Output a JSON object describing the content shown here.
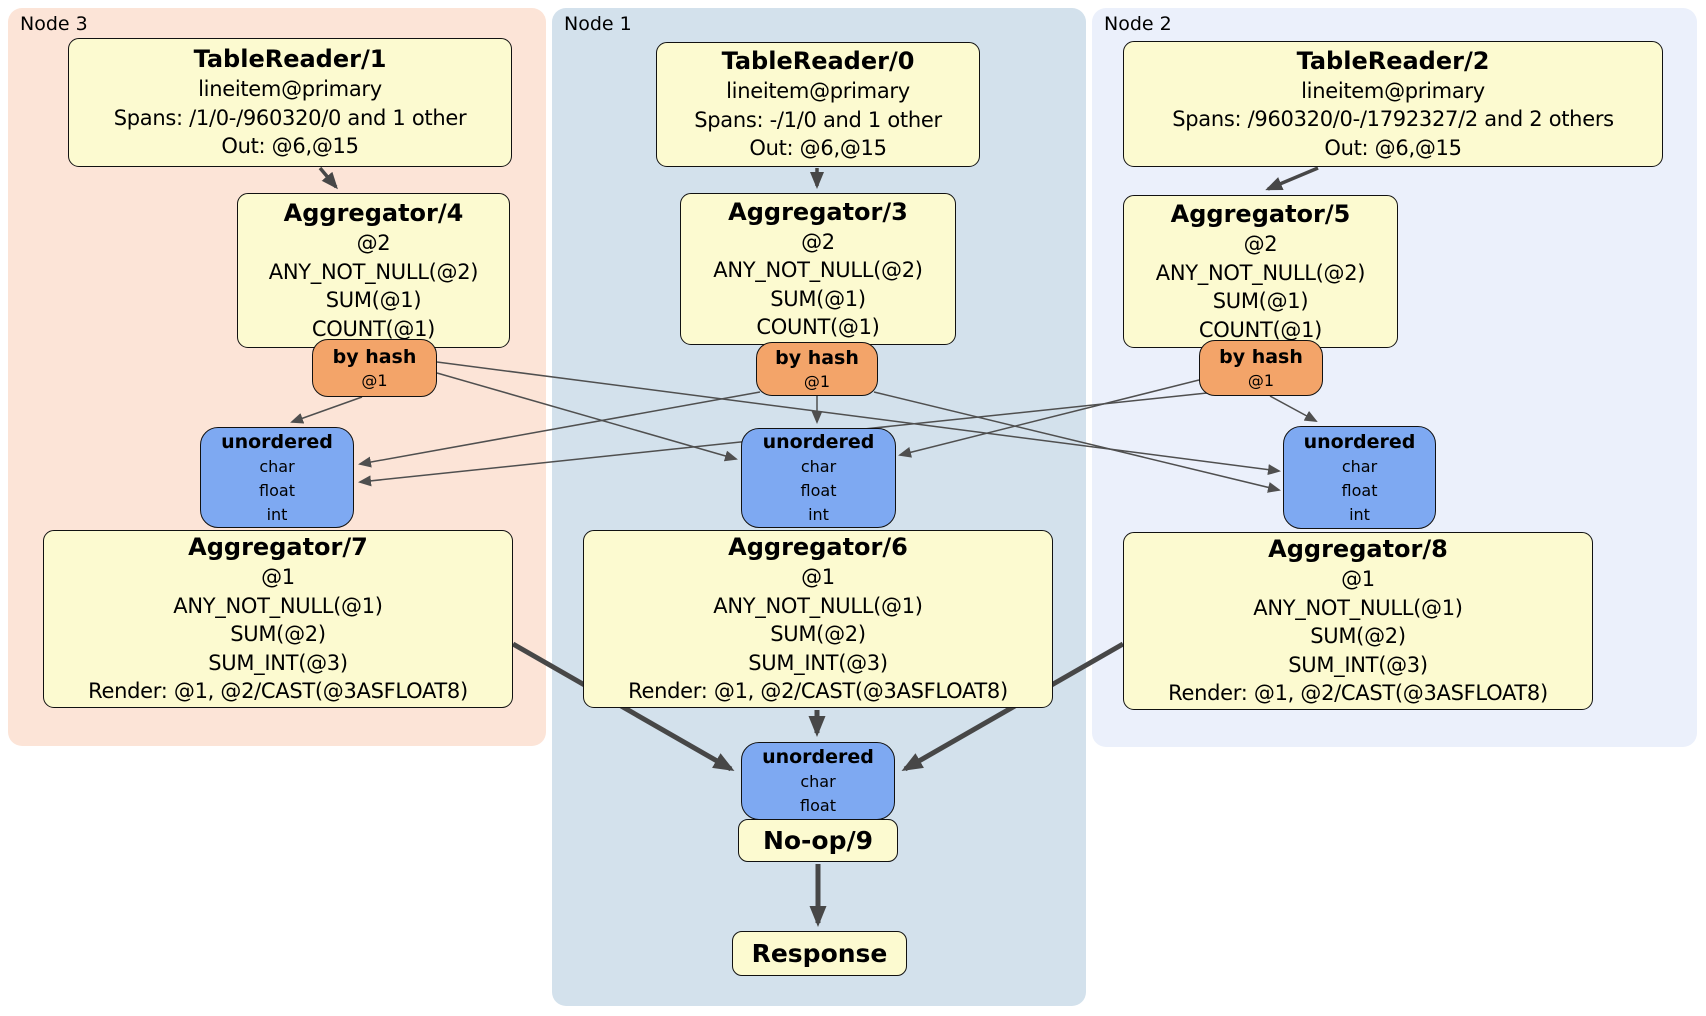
{
  "nodes": [
    {
      "label": "Node 3",
      "reader": {
        "title": "TableReader/1",
        "table": "lineitem@primary",
        "spans": "Spans: /1/0-/960320/0 and 1 other",
        "out": "Out: @6,@15"
      },
      "agg_top": {
        "title": "Aggregator/4",
        "lines": [
          "@2",
          "ANY_NOT_NULL(@2)",
          "SUM(@1)",
          "COUNT(@1)"
        ]
      },
      "router": {
        "title": "by hash",
        "key": "@1"
      },
      "sync": {
        "title": "unordered",
        "types": [
          "char",
          "float",
          "int"
        ]
      },
      "agg_bottom": {
        "title": "Aggregator/7",
        "lines": [
          "@1",
          "ANY_NOT_NULL(@1)",
          "SUM(@2)",
          "SUM_INT(@3)",
          "Render: @1, @2/CAST(@3ASFLOAT8)"
        ]
      }
    },
    {
      "label": "Node 1",
      "reader": {
        "title": "TableReader/0",
        "table": "lineitem@primary",
        "spans": "Spans: -/1/0 and 1 other",
        "out": "Out: @6,@15"
      },
      "agg_top": {
        "title": "Aggregator/3",
        "lines": [
          "@2",
          "ANY_NOT_NULL(@2)",
          "SUM(@1)",
          "COUNT(@1)"
        ]
      },
      "router": {
        "title": "by hash",
        "key": "@1"
      },
      "sync": {
        "title": "unordered",
        "types": [
          "char",
          "float",
          "int"
        ]
      },
      "agg_bottom": {
        "title": "Aggregator/6",
        "lines": [
          "@1",
          "ANY_NOT_NULL(@1)",
          "SUM(@2)",
          "SUM_INT(@3)",
          "Render: @1, @2/CAST(@3ASFLOAT8)"
        ]
      }
    },
    {
      "label": "Node 2",
      "reader": {
        "title": "TableReader/2",
        "table": "lineitem@primary",
        "spans": "Spans: /960320/0-/1792327/2 and 2 others",
        "out": "Out: @6,@15"
      },
      "agg_top": {
        "title": "Aggregator/5",
        "lines": [
          "@2",
          "ANY_NOT_NULL(@2)",
          "SUM(@1)",
          "COUNT(@1)"
        ]
      },
      "router": {
        "title": "by hash",
        "key": "@1"
      },
      "sync": {
        "title": "unordered",
        "types": [
          "char",
          "float",
          "int"
        ]
      },
      "agg_bottom": {
        "title": "Aggregator/8",
        "lines": [
          "@1",
          "ANY_NOT_NULL(@1)",
          "SUM(@2)",
          "SUM_INT(@3)",
          "Render: @1, @2/CAST(@3ASFLOAT8)"
        ]
      }
    }
  ],
  "output": {
    "sync": {
      "title": "unordered",
      "types": [
        "char",
        "float"
      ]
    },
    "noop": "No-op/9",
    "response": "Response"
  },
  "colors": {
    "node3_bg": "#fce4d7",
    "node1_bg": "#d3e1ec",
    "node2_bg": "#ebf0fb",
    "operator_box": "#fcfad0",
    "hash_router": "#f3a469",
    "sync_box": "#7ea9f2",
    "edge": "#4f4f4f"
  }
}
